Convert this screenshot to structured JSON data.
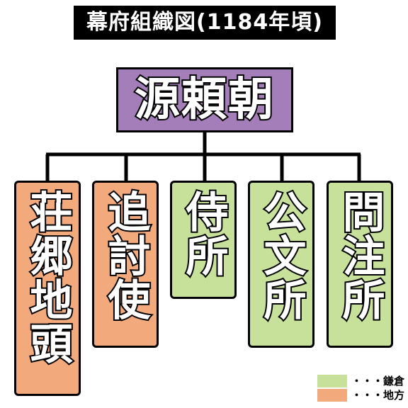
{
  "title": "幕府組織図(1184年頃)",
  "root": {
    "label": "源頼朝",
    "color": "#a47eb8"
  },
  "colors": {
    "kamakura": "#c7e19a",
    "regional": "#f2aa7c"
  },
  "children": [
    {
      "label": "荘郷地頭",
      "category": "regional"
    },
    {
      "label": "追討使",
      "category": "regional"
    },
    {
      "label": "侍所",
      "category": "kamakura"
    },
    {
      "label": "公文所",
      "category": "kamakura"
    },
    {
      "label": "問注所",
      "category": "kamakura"
    }
  ],
  "legend": [
    {
      "label": "・・・鎌倉",
      "category": "kamakura"
    },
    {
      "label": "・・・地方",
      "category": "regional"
    }
  ]
}
